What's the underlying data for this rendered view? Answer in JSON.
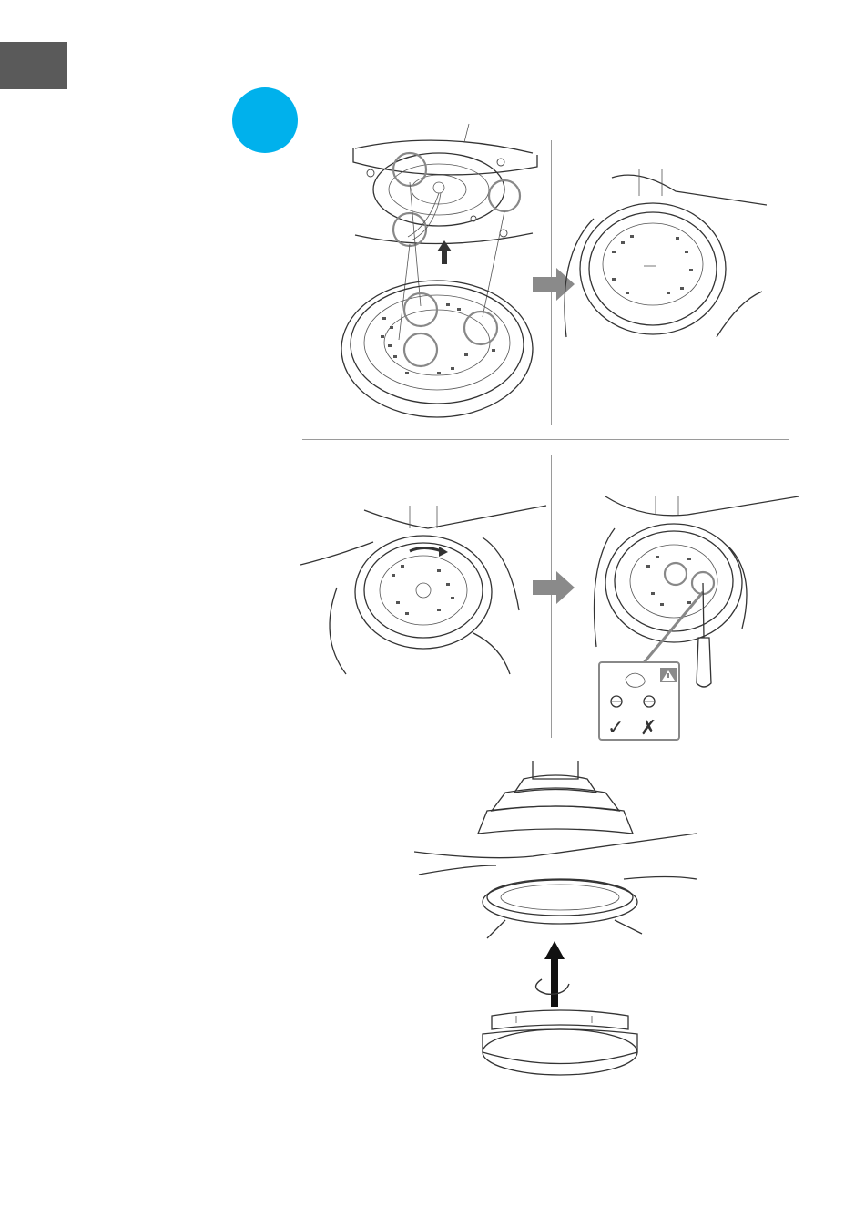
{
  "page": {
    "tab_color": "#5a5a5a",
    "step_badge_color": "#00b1ec",
    "arrow_color": "#8a8a8a"
  },
  "figures": {
    "panel_a": {
      "icon": "fan-base-mounting-detail-illustration"
    },
    "panel_b": {
      "icon": "led-housing-mounted-illustration"
    },
    "panel_c": {
      "icon": "rotate-housing-illustration"
    },
    "panel_d": {
      "icon": "tighten-screw-illustration"
    },
    "panel_e": {
      "icon": "attach-light-cover-illustration"
    }
  },
  "callout": {
    "warning_icon": "warning-triangle-icon",
    "correct_mark": "✓",
    "wrong_mark": "✗"
  }
}
